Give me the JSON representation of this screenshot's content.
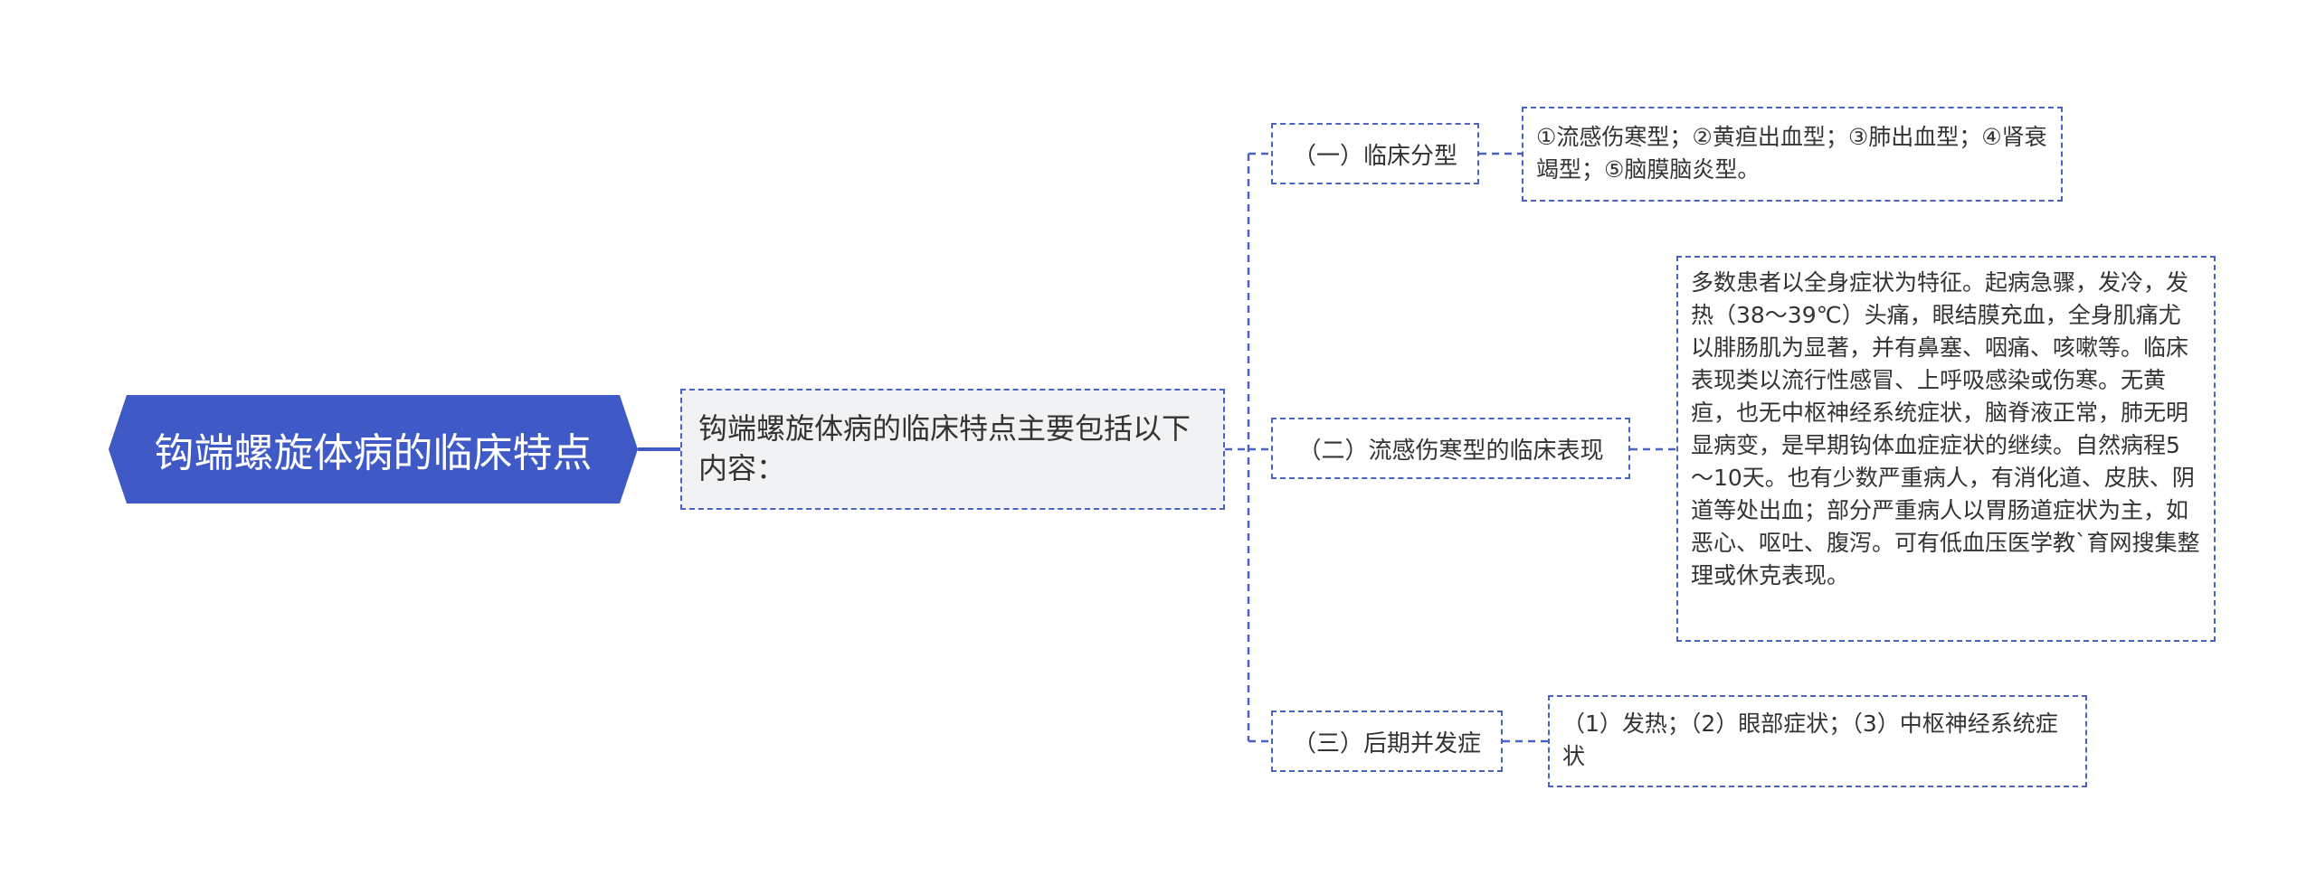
{
  "root": {
    "title": "钩端螺旋体病的临床特点"
  },
  "summary": {
    "text": "钩端螺旋体病的临床特点主要包括以下内容："
  },
  "branches": [
    {
      "label": "（一）临床分型",
      "detail": "①流感伤寒型；②黄疸出血型；③肺出血型；④肾衰竭型；⑤脑膜脑炎型。"
    },
    {
      "label": "（二）流感伤寒型的临床表现",
      "detail": "多数患者以全身症状为特征。起病急骤，发冷，发热（38～39℃）头痛，眼结膜充血，全身肌痛尤以腓肠肌为显著，并有鼻塞、咽痛、咳嗽等。临床表现类以流行性感冒、上呼吸感染或伤寒。无黄疸，也无中枢神经系统症状，脑脊液正常，肺无明显病变，是早期钩体血症症状的继续。自然病程5～10天。也有少数严重病人，有消化道、皮肤、阴道等处出血；部分严重病人以胃肠道症状为主，如恶心、呕吐、腹泻。可有低血压医学教`育网搜集整理或休克表现。"
    },
    {
      "label": "（三）后期并发症",
      "detail": "（1）发热；（2）眼部症状；（3）中枢神经系统症状"
    }
  ],
  "colors": {
    "accent": "#3f5ac6",
    "line": "#4a62c4",
    "summary_bg": "#f0f2f4",
    "text": "#333333"
  }
}
